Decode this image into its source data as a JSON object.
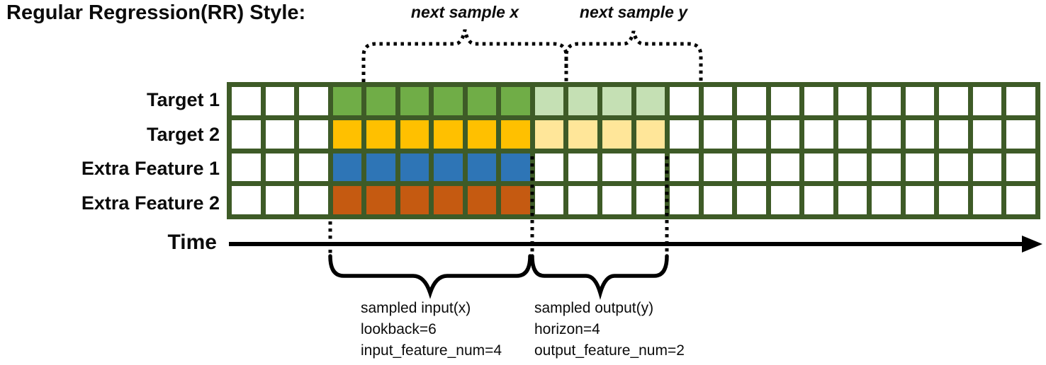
{
  "title": "Regular Regression(RR) Style:",
  "annotations": {
    "next_sample_x": "next sample x",
    "next_sample_y": "next sample y",
    "time_label": "Time",
    "input_lines": [
      "sampled input(x)",
      "lookback=6",
      "input_feature_num=4"
    ],
    "output_lines": [
      "sampled output(y)",
      "horizon=4",
      "output_feature_num=2"
    ]
  },
  "grid": {
    "columns": 24,
    "lookback_start_col": 3,
    "lookback": 6,
    "horizon": 4,
    "rows": [
      {
        "label": "Target 1",
        "lookback_color": "#70AD47",
        "horizon_color": "#C5E0B4"
      },
      {
        "label": "Target 2",
        "lookback_color": "#FFC000",
        "horizon_color": "#FFE699"
      },
      {
        "label": "Extra Feature 1",
        "lookback_color": "#2E75B6",
        "horizon_color": null
      },
      {
        "label": "Extra Feature 2",
        "lookback_color": "#C55A11",
        "horizon_color": null
      }
    ],
    "cell_color_empty": "#FFFFFF",
    "border_color": "#3E5B27"
  },
  "colors": {
    "ink": "#000000"
  }
}
